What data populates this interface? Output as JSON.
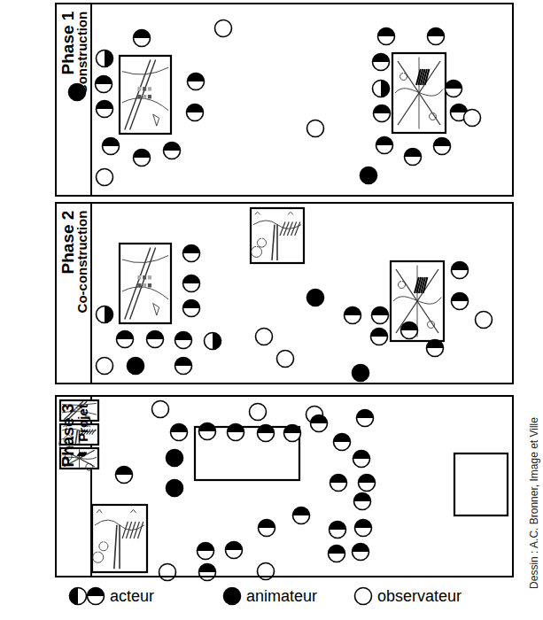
{
  "diagram": {
    "nodes": [
      {
        "text": [
          "Phase 1",
          "Construction"
        ]
      },
      {
        "text": [
          "Phase 2",
          "Co-construction"
        ]
      },
      {
        "text": [
          "Phase 3",
          "Projet"
        ]
      }
    ],
    "labels": [
      "Dessin : A.C. Bronner, Image et Ville"
    ],
    "legend": [
      {
        "text": "acteur"
      },
      {
        "text": "animateur",
        "color": "#000000"
      },
      {
        "text": "observateur",
        "color": "#ffffff"
      }
    ]
  }
}
